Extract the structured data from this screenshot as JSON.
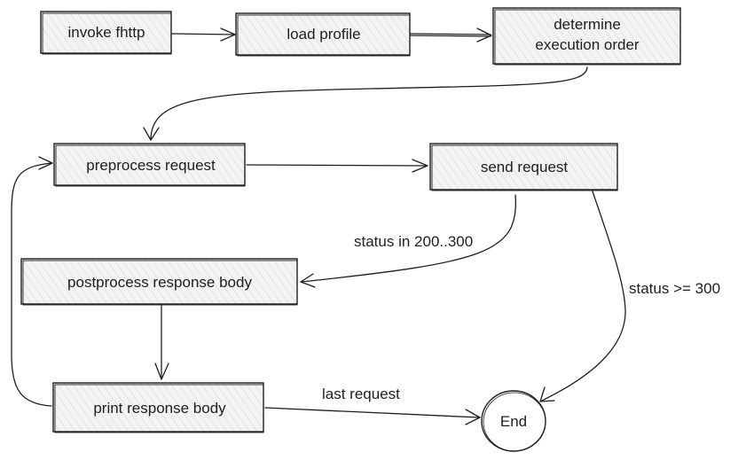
{
  "diagram": {
    "nodes": {
      "invoke": "invoke fhttp",
      "load_profile": "load profile",
      "determine_line1": "determine",
      "determine_line2": "execution order",
      "preprocess": "preprocess request",
      "send": "send request",
      "postprocess": "postprocess response body",
      "print": "print response body",
      "end": "End"
    },
    "edge_labels": {
      "status_ok": "status in 200..300",
      "status_error": "status >= 300",
      "last_request": "last request"
    }
  },
  "colors": {
    "stroke": "#1e1e1e",
    "fill": "#f3f3f3",
    "hatch": "#d6d6d6"
  }
}
